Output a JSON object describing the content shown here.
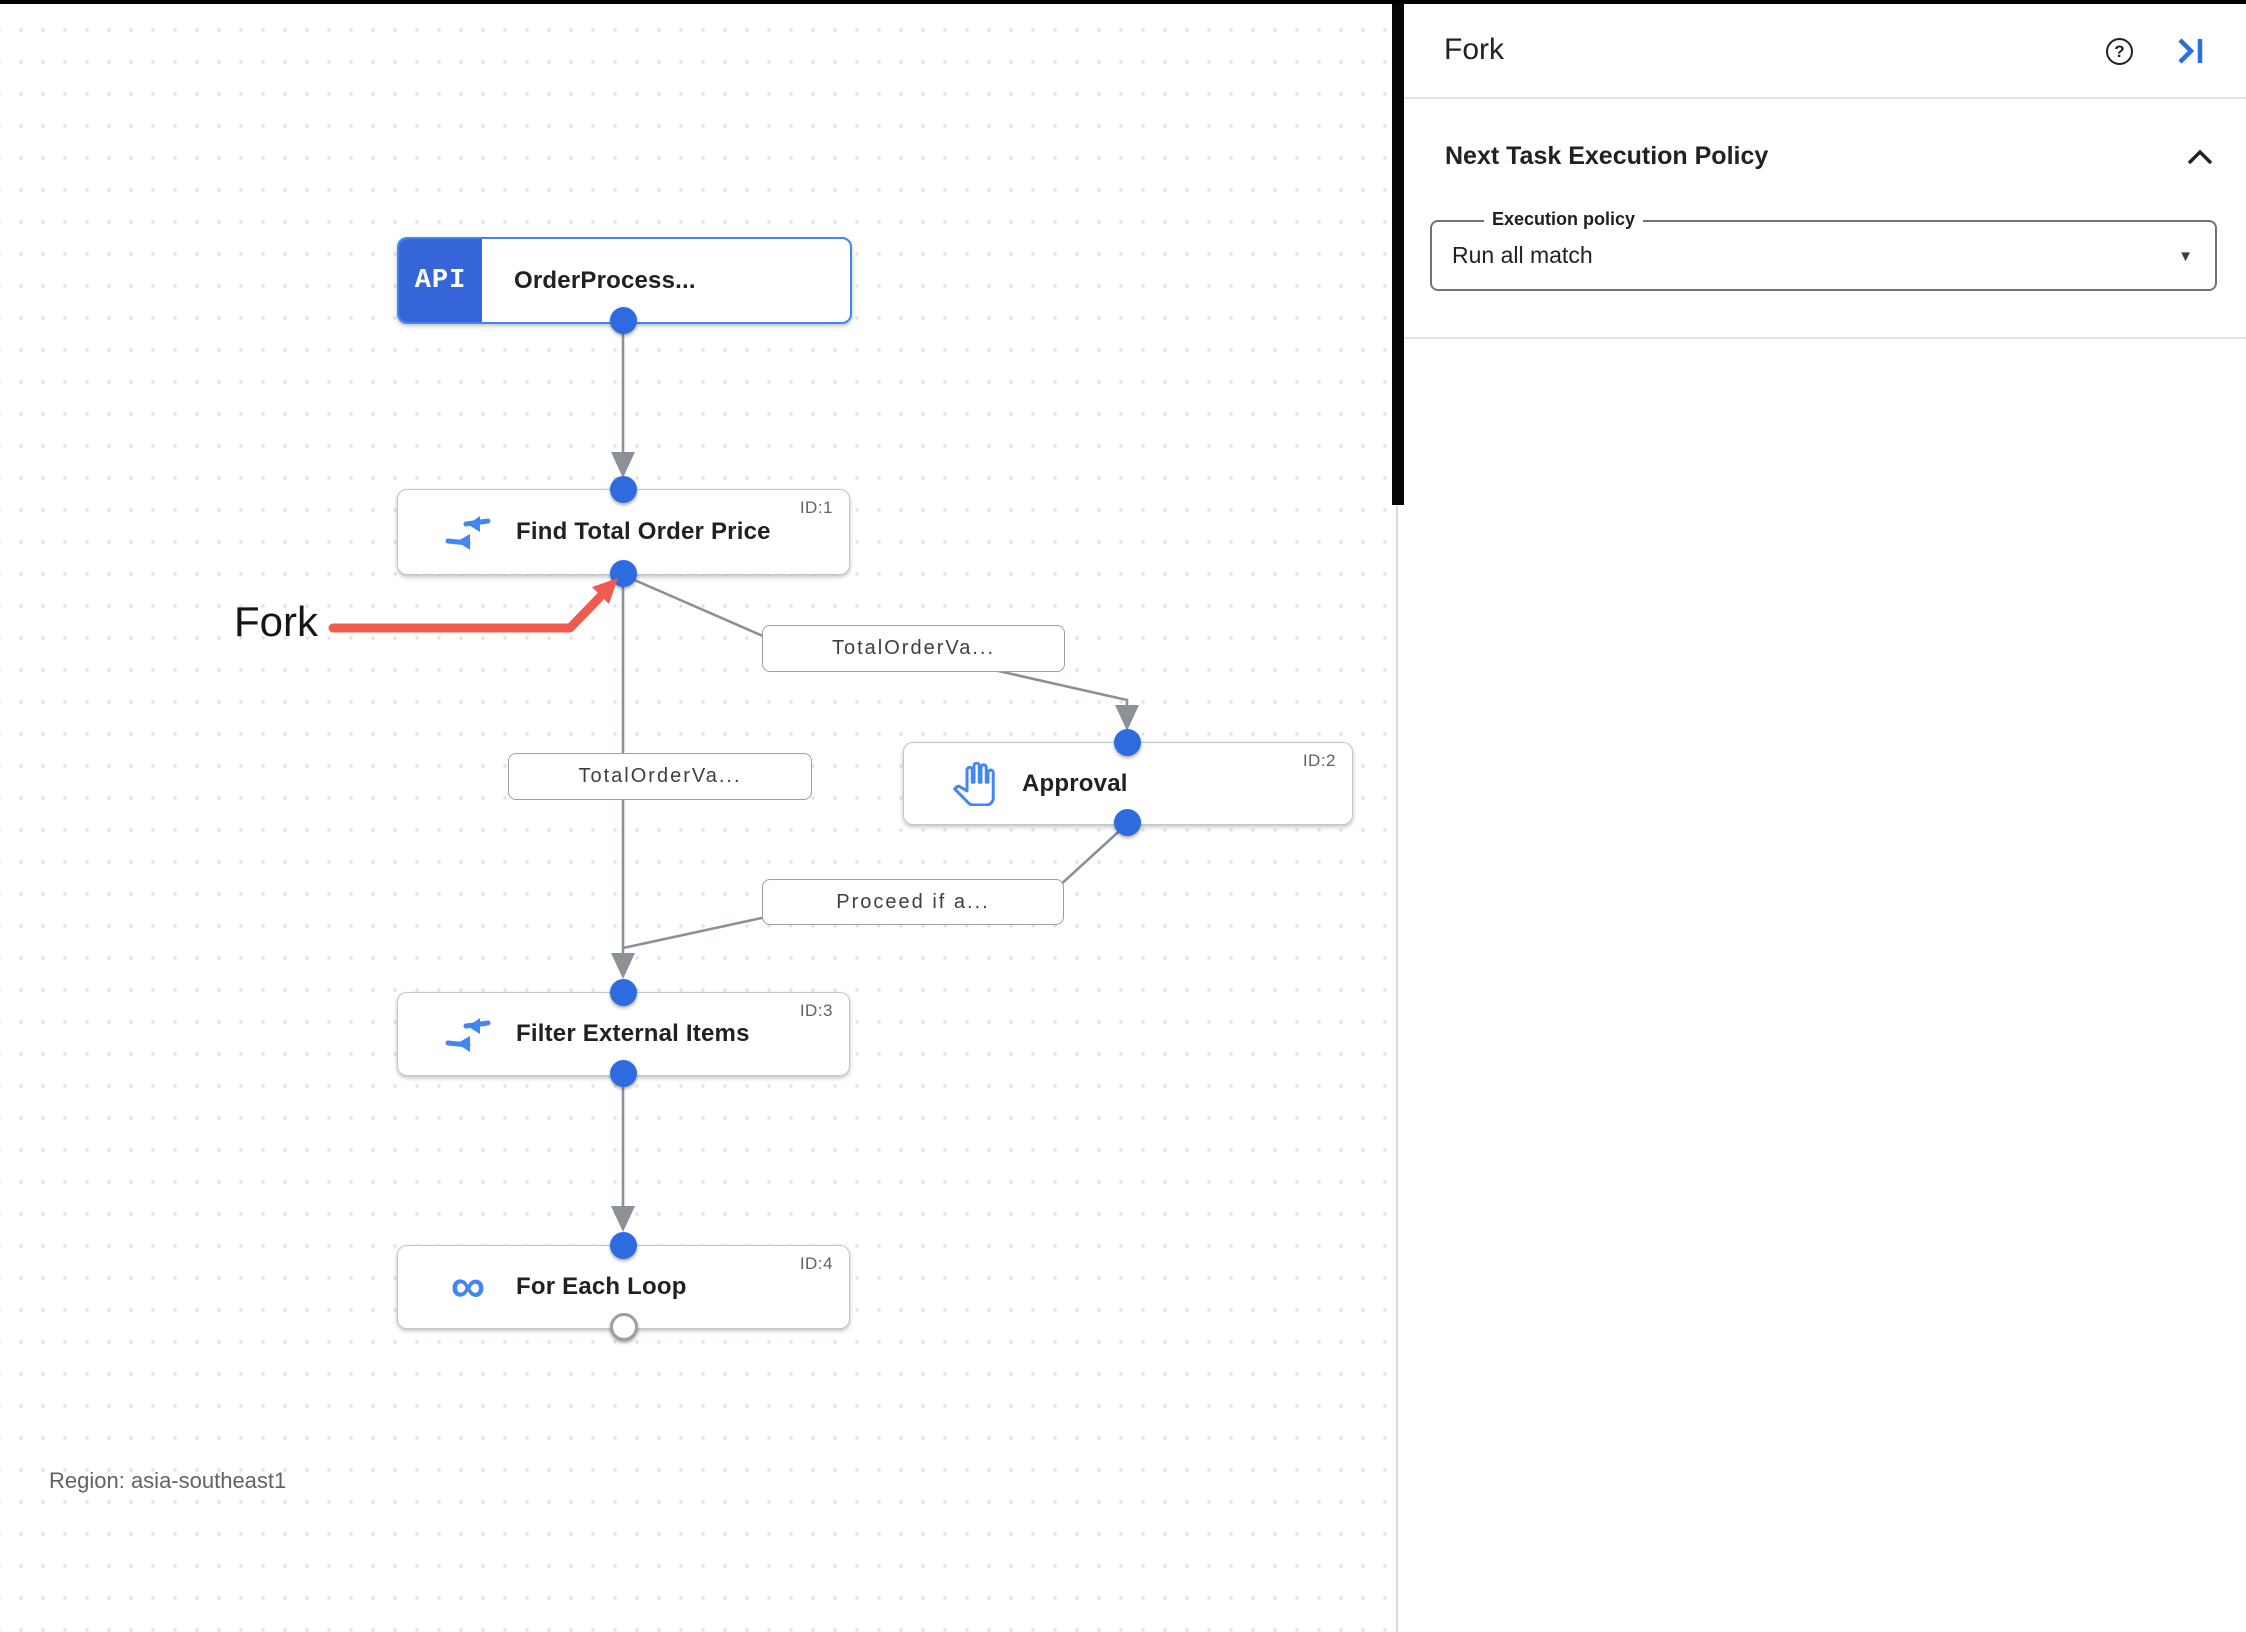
{
  "canvas": {
    "region_label": "Region: asia-southeast1",
    "annotation": {
      "label": "Fork"
    },
    "nodes": [
      {
        "badge": "API",
        "title": "OrderProcess...",
        "id_label": ""
      },
      {
        "title": "Find Total Order Price",
        "id_label": "ID:1",
        "icon": "data-mapping-icon"
      },
      {
        "title": "Approval",
        "id_label": "ID:2",
        "icon": "approval-hand-icon"
      },
      {
        "title": "Filter External Items",
        "id_label": "ID:3",
        "icon": "data-mapping-icon"
      },
      {
        "title": "For Each Loop",
        "id_label": "ID:4",
        "icon": "for-each-loop-icon"
      }
    ],
    "edge_labels": [
      "TotalOrderVa...",
      "TotalOrderVa...",
      "Proceed if a..."
    ]
  },
  "panel": {
    "title": "Fork",
    "help_glyph": "?",
    "section_title": "Next Task Execution Policy",
    "field": {
      "label": "Execution policy",
      "value": "Run all match",
      "caret": "▼"
    }
  },
  "icons": {
    "infinity": "∞"
  },
  "colors": {
    "accent_blue": "#1a73e8",
    "icon_blue": "#4285f4",
    "connector_dot": "#2e6bdf",
    "trigger_badge": "#3565d9",
    "edge_gray": "#8b9197",
    "annotation_red": "#f15b4f"
  }
}
